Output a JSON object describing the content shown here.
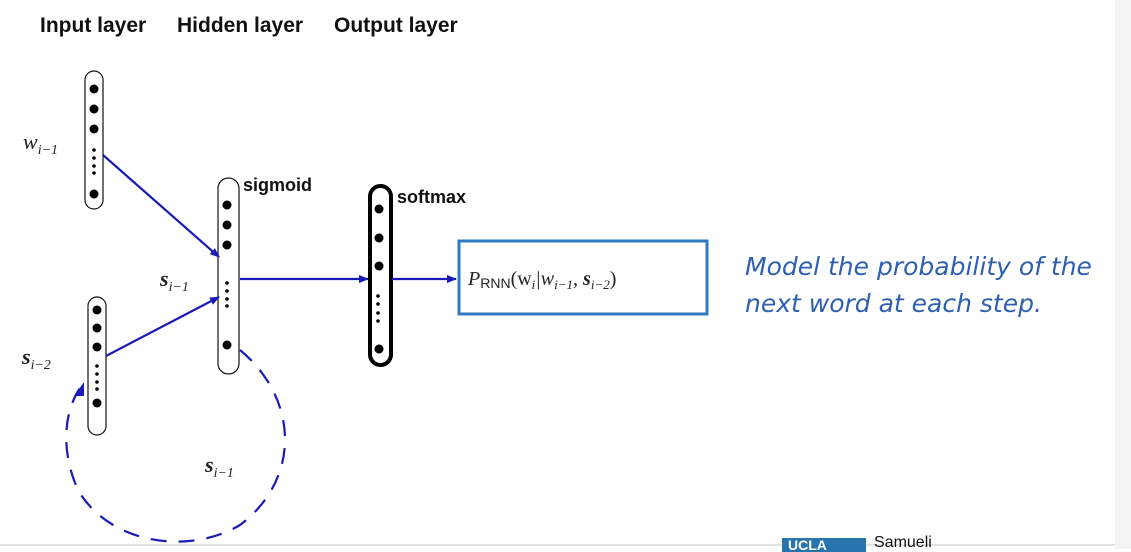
{
  "headers": {
    "input": "Input layer",
    "hidden": "Hidden layer",
    "output": "Output layer"
  },
  "labels": {
    "w_prev": "w",
    "w_prev_sub": "i−1",
    "s_prev": "s",
    "s_prev_sub": "i−1",
    "s_prev2": "s",
    "s_prev2_sub": "i−2",
    "s_loop": "s",
    "s_loop_sub": "i−1",
    "sigmoid": "sigmoid",
    "softmax": "softmax"
  },
  "output_formula": {
    "P": "P",
    "sub": "RNN",
    "args": "(w",
    "i": "i",
    "bar": "|w",
    "i1": "i−1",
    "comma": ", ",
    "s": "s",
    "i2": "i−2",
    "close": ")"
  },
  "caption": "Model the probability of the next word at each step.",
  "logo": {
    "box": "UCLA",
    "text": "Samueli"
  },
  "colors": {
    "arrow": "#1a1ab8",
    "box_border": "#2f7ac0",
    "caption": "#2e5fb0"
  }
}
